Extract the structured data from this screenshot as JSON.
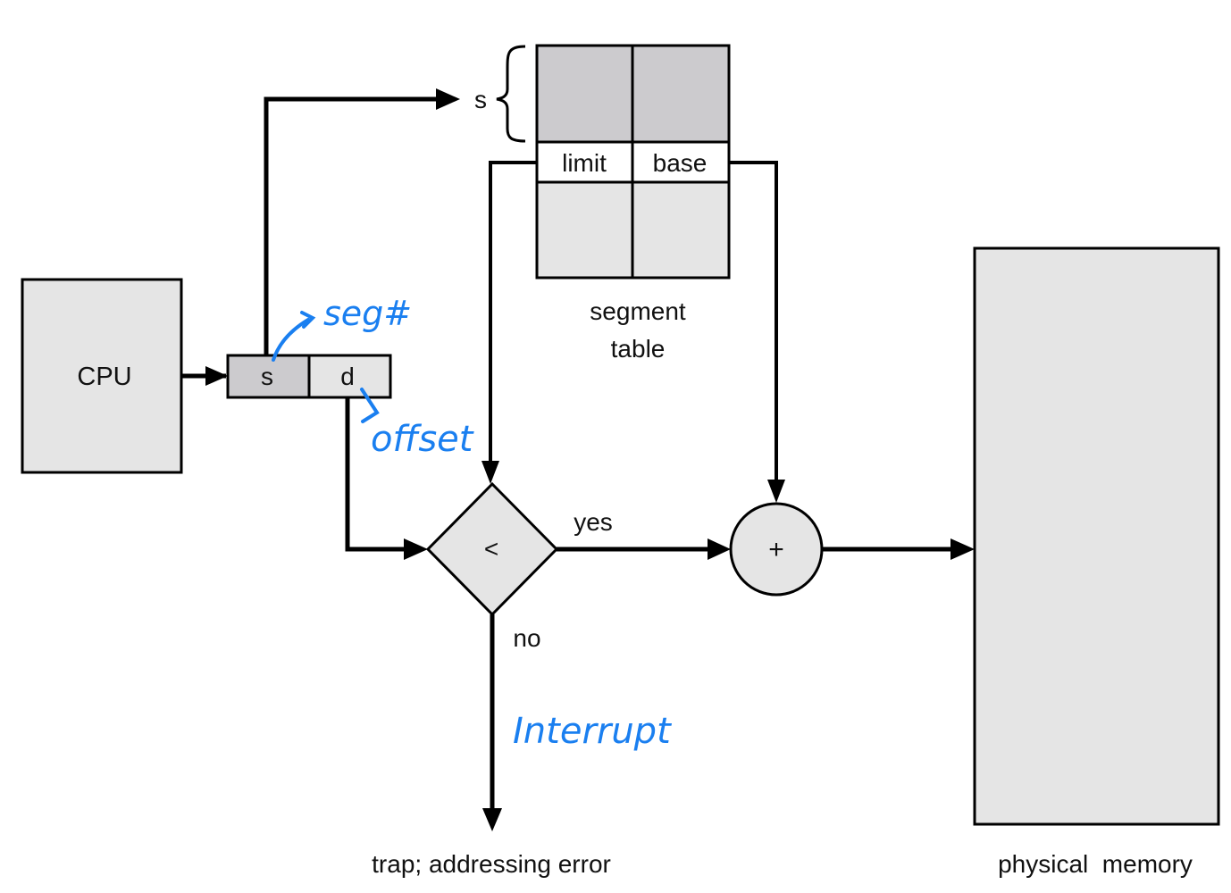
{
  "diagram": {
    "title": "Segmentation hardware",
    "cpu": {
      "label": "CPU"
    },
    "logical_address": {
      "segment_field": "s",
      "offset_field": "d"
    },
    "segment_table": {
      "index_label": "s",
      "columns": [
        "limit",
        "base"
      ],
      "caption_line1": "segment",
      "caption_line2": "table"
    },
    "comparator": {
      "symbol": "<",
      "yes_label": "yes",
      "no_label": "no"
    },
    "adder": {
      "symbol": "+"
    },
    "trap": {
      "label": "trap; addressing error"
    },
    "physical_memory": {
      "label": "physical  memory"
    },
    "annotations": {
      "segment_note": "seg#",
      "offset_note": "offset",
      "no_branch_note": "Interrupt"
    },
    "colors": {
      "box_fill": "#e5e5e5",
      "selected_fill": "#cccbce",
      "stroke": "#000000",
      "annotation": "#1a7ff0"
    }
  }
}
